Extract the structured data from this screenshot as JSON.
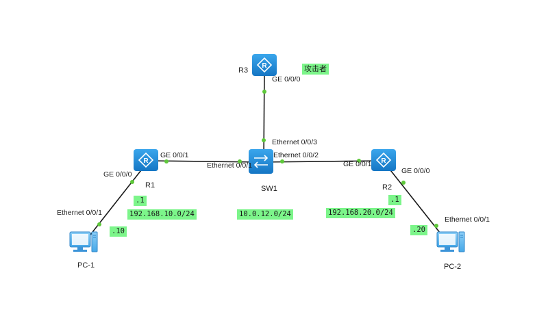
{
  "colors": {
    "device_blue": "#1e8fd8",
    "port_green": "#5ec83a",
    "tag_green": "#7cf58a",
    "link": "#1a1a1a"
  },
  "devices": {
    "r1": {
      "name": "R1",
      "icon": "router-icon"
    },
    "r2": {
      "name": "R2",
      "icon": "router-icon"
    },
    "r3": {
      "name": "R3",
      "icon": "router-icon"
    },
    "sw1": {
      "name": "SW1",
      "icon": "switch-icon"
    },
    "pc1": {
      "name": "PC-1",
      "icon": "pc-icon"
    },
    "pc2": {
      "name": "PC-2",
      "icon": "pc-icon"
    }
  },
  "ports": {
    "r1_ge000": "GE 0/0/0",
    "r1_ge001": "GE 0/0/1",
    "sw1_e001": "Ethernet 0/0/1",
    "sw1_e002": "Ethernet 0/0/2",
    "sw1_e003": "Ethernet 0/0/3",
    "r2_ge001": "GE 0/0/1",
    "r2_ge000": "GE 0/0/0",
    "r3_ge000": "GE 0/0/0",
    "pc1_e001": "Ethernet 0/0/1",
    "pc2_e001": "Ethernet 0/0/1"
  },
  "tags": {
    "attacker": "攻击者",
    "r1_ip": ".1",
    "net_left": "192.168.10.0/24",
    "pc1_ip": ".10",
    "net_mid": "10.0.12.0/24",
    "net_right": "192.168.20.0/24",
    "r2_ip": ".1",
    "pc2_ip": ".20"
  }
}
